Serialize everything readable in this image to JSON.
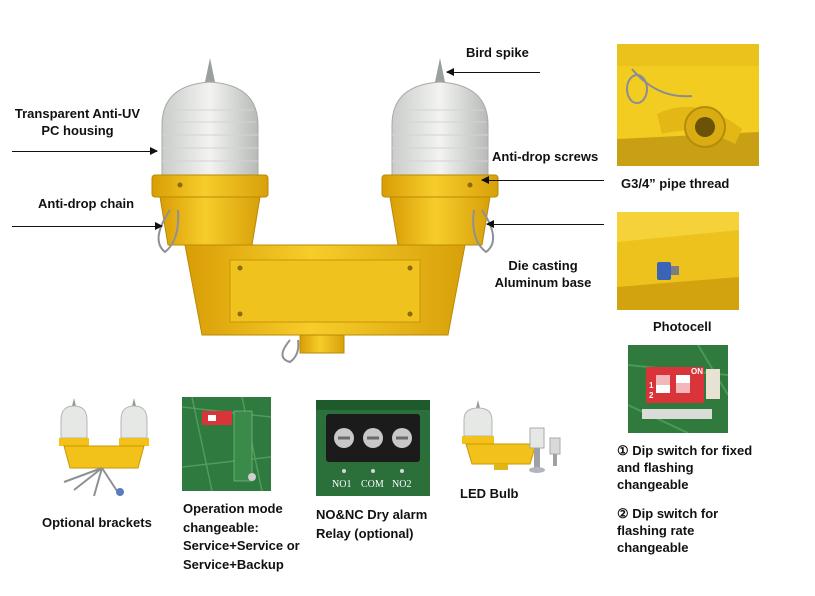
{
  "labels": {
    "housing": "Transparent Anti-UV PC housing",
    "bird_spike": "Bird spike",
    "anti_drop_screws": "Anti-drop screws",
    "anti_drop_chain": "Anti-drop chain",
    "die_casting": "Die casting Aluminum base",
    "pipe_thread": "G3/4” pipe thread",
    "photocell": "Photocell",
    "optional_brackets": "Optional brackets",
    "operation_mode": "Operation mode changeable: Service+Service or Service+Backup",
    "relay": "NO&NC Dry alarm Relay (optional)",
    "led_bulb": "LED Bulb",
    "dip1": "① Dip switch for fixed and flashing changeable",
    "dip2": "② Dip switch for flashing rate changeable"
  },
  "relay_terminals": [
    "NO1",
    "COM",
    "NO2"
  ],
  "dip_switch_text": [
    "ON",
    "1",
    "2"
  ],
  "colors": {
    "housing_yellow": "#f2c21b",
    "pcb_green": "#2f7a3c",
    "dip_red": "#d8343a"
  }
}
